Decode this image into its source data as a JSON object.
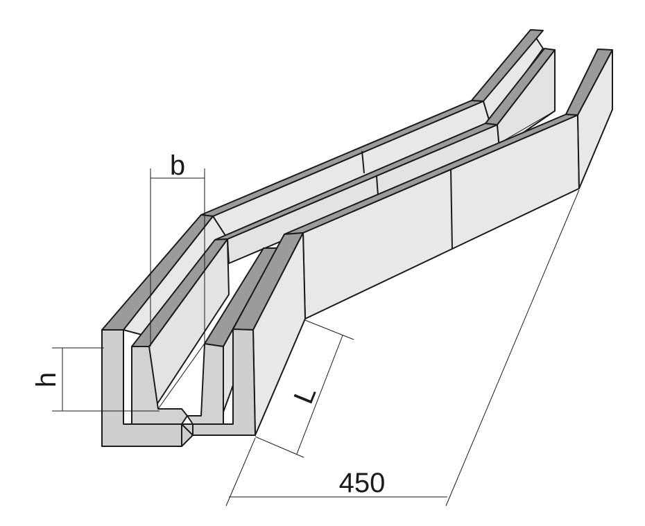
{
  "diagram": {
    "labels": {
      "width": "b",
      "height": "h",
      "length": "L",
      "dimension": "450"
    },
    "colors": {
      "face": "#e7e7e7",
      "top_edge": "#9b9b9b",
      "section": "#cfcfcf",
      "line": "#1a1a1a",
      "background": "#ffffff"
    }
  }
}
